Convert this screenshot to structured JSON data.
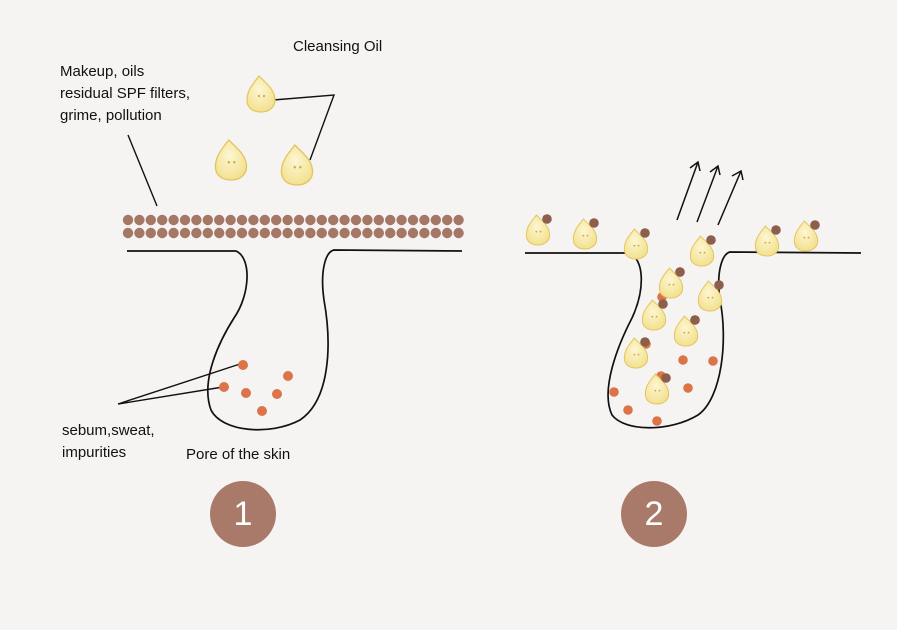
{
  "labels": {
    "cleansing_oil": "Cleansing Oil",
    "makeup": "Makeup, oils\nresidual SPF filters,\ngrime, pollution",
    "sebum": "sebum,sweat,\nimpurities",
    "pore": "Pore of the skin"
  },
  "steps": [
    "1",
    "2"
  ],
  "colors": {
    "background": "#f6f4f2",
    "makeup_dot": "#a47766",
    "sebum_dot": "#dc7448",
    "oil_fill": "#f7eaa6",
    "oil_edge": "#e7cc6c",
    "bound_dirt": "#8c5e4c",
    "badge": "#a97a69",
    "line": "#111111"
  },
  "icons": {
    "oil_drop": "oil-droplet-icon",
    "arrow": "up-right-arrow-icon"
  }
}
